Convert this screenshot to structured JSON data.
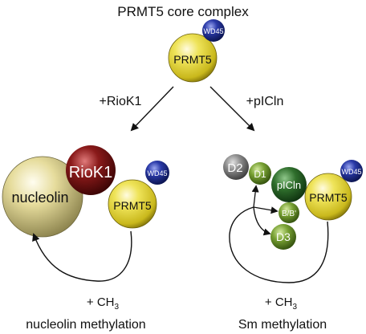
{
  "title": "PRMT5 core complex",
  "arrows": {
    "left_label": "+RioK1",
    "right_label": "+pICln"
  },
  "top": {
    "prmt5": "PRMT5",
    "wd45": "WD45"
  },
  "left": {
    "nucleolin": "nucleolin",
    "riok1": "RioK1",
    "prmt5": "PRMT5",
    "wd45": "WD45",
    "methyl_prefix": "+ CH",
    "methyl_sub": "3",
    "caption": "nucleolin methylation"
  },
  "right": {
    "d2": "D2",
    "d1": "D1",
    "picln": "pICln",
    "prmt5": "PRMT5",
    "wd45": "WD45",
    "bb": "B/B'",
    "d3": "D3",
    "methyl_prefix": "+ CH",
    "methyl_sub": "3",
    "caption": "Sm methylation"
  },
  "colors": {
    "prmt5": "#e3d63a",
    "wd45": "#1f2f8a",
    "riok1": "#7a1414",
    "nucleolin": "#d9cf8a",
    "d2": "#7a7a7a",
    "sm_green": "#6f9a2e",
    "picln": "#2d6a2a"
  }
}
